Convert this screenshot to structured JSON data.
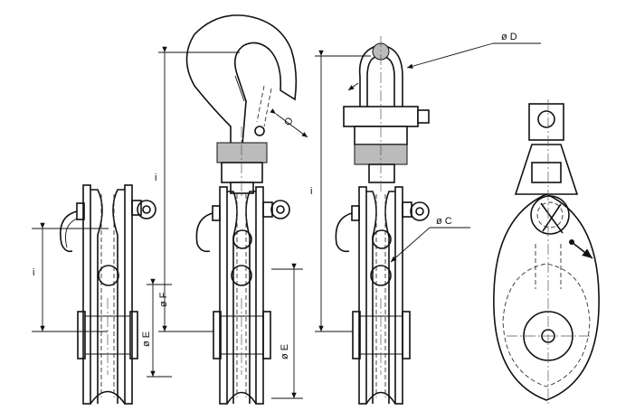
{
  "labels": {
    "d": "ø D",
    "c": "ø C",
    "f": "ø F",
    "e_front": "ø E",
    "e_side": "ø E",
    "o": "O",
    "i_pin": "i",
    "i_hook": "i",
    "i_shackle": "i"
  }
}
